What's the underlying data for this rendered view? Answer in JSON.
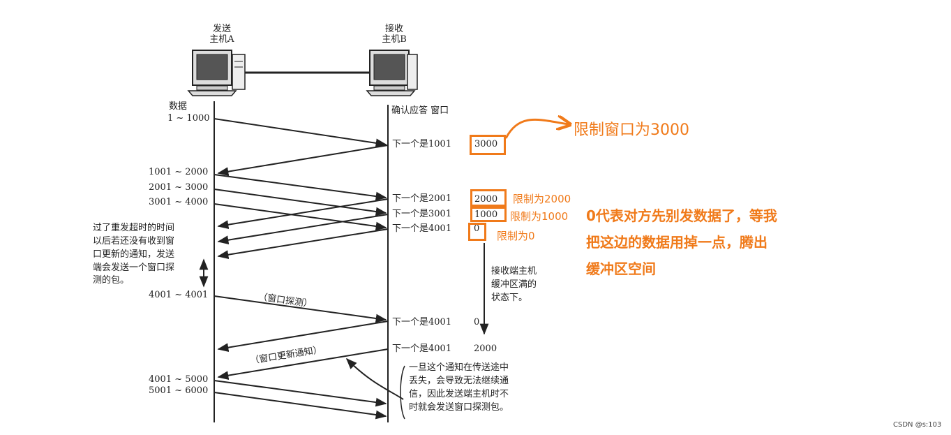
{
  "hosts": {
    "sender": [
      "发送",
      "主机A"
    ],
    "receiver": [
      "接收",
      "主机B"
    ]
  },
  "headers": {
    "data": "数据",
    "ack_window": "确认应答 窗口"
  },
  "sender_labels": [
    "1 ~ 1000",
    "1001 ~ 2000",
    "2001 ~ 3000",
    "3001 ~ 4000",
    "4001 ~ 4001",
    "4001 ~ 5000",
    "5001 ~ 6000"
  ],
  "receiver_acks": [
    "下一个是1001",
    "下一个是2001",
    "下一个是3001",
    "下一个是4001",
    "下一个是4001",
    "下一个是4001"
  ],
  "windows": [
    "3000",
    "2000",
    "1000",
    "0",
    "0",
    "2000"
  ],
  "labels": {
    "probe": "（窗口探测）",
    "update": "（窗口更新通知）"
  },
  "notes": {
    "left": [
      "过了重发超时的时间",
      "以后若还没有收到窗",
      "口更新的通知，发送",
      "端会发送一个窗口探",
      "测的包。"
    ],
    "receiver_state": [
      "接收端主机",
      "缓冲区满的",
      "状态下。"
    ],
    "bottom": [
      "一旦这个通知在传送途中",
      "丢失，会导致无法继续通",
      "信，因此发送端主机时不",
      "时就会发送窗口探测包。"
    ]
  },
  "annotations": {
    "limit_3000": "限制窗口为3000",
    "limit_2000": "限制为2000",
    "limit_1000": "限制为1000",
    "limit_0": "限制为0",
    "explanation": [
      "0代表对方先别发数据了，等我",
      "把这边的数据用掉一点，腾出",
      "缓冲区空间"
    ]
  },
  "colors": {
    "annotation": "#f07a1a",
    "ink": "#222222"
  },
  "watermark": "CSDN @s:103"
}
